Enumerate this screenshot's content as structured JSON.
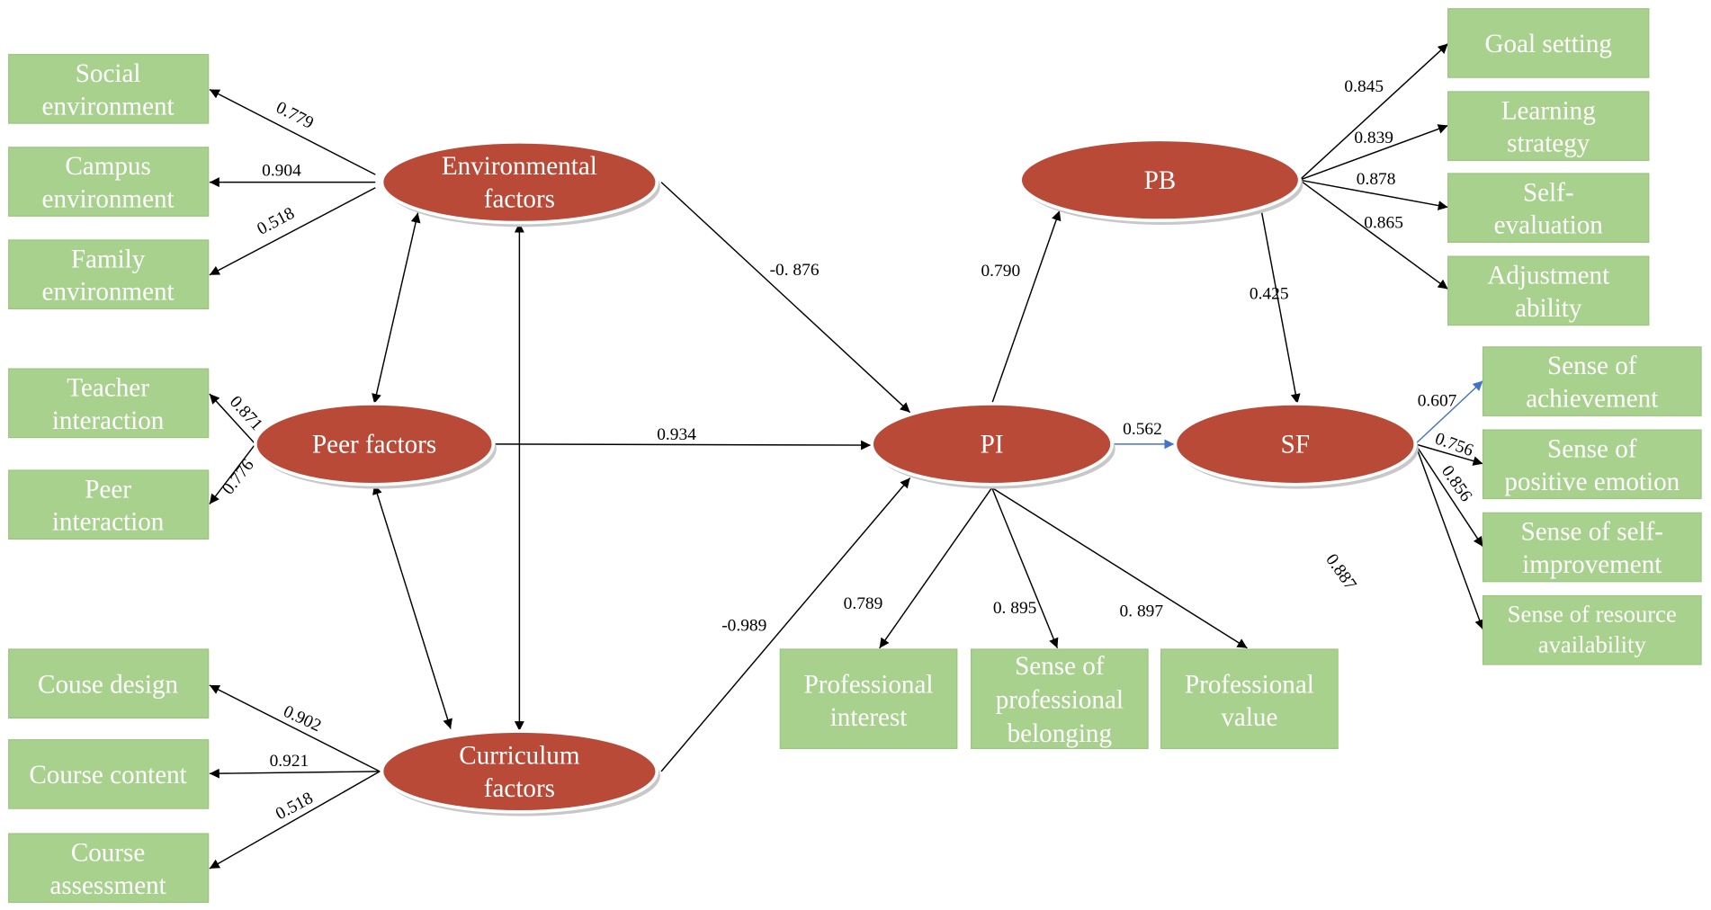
{
  "diagram": {
    "constructs": {
      "env": [
        "Environmental",
        "factors"
      ],
      "peer": [
        "Peer factors"
      ],
      "curr": [
        "Curriculum",
        "factors"
      ],
      "pi": [
        "PI"
      ],
      "pb": [
        "PB"
      ],
      "sf": [
        "SF"
      ]
    },
    "indicators": {
      "social_env": [
        "Social",
        "environment"
      ],
      "campus_env": [
        "Campus",
        "environment"
      ],
      "family_env": [
        "Family",
        "environment"
      ],
      "teacher_int": [
        "Teacher",
        "interaction"
      ],
      "peer_int": [
        "Peer",
        "interaction"
      ],
      "course_design": [
        "Couse design"
      ],
      "course_content": [
        "Course content"
      ],
      "course_assess": [
        "Course",
        "assessment"
      ],
      "prof_interest": [
        "Professional",
        "interest"
      ],
      "prof_belonging": [
        "Sense of",
        "professional",
        "belonging"
      ],
      "prof_value": [
        "Professional",
        "value"
      ],
      "goal_setting": [
        "Goal setting"
      ],
      "learning_strategy": [
        "Learning",
        "strategy"
      ],
      "self_eval": [
        "Self-",
        "evaluation"
      ],
      "adjust_ability": [
        "Adjustment",
        "ability"
      ],
      "achievement": [
        "Sense of",
        "achievement"
      ],
      "positive_emotion": [
        "Sense of",
        "positive emotion"
      ],
      "self_improve": [
        "Sense of self-",
        "improvement"
      ],
      "resource_avail": [
        "Sense of resource",
        "availability"
      ]
    },
    "paths": [
      {
        "id": "env_social",
        "from": "env",
        "to": "social_env",
        "coef": "0.779",
        "color": "#000000"
      },
      {
        "id": "env_campus",
        "from": "env",
        "to": "campus_env",
        "coef": "0.904",
        "color": "#000000"
      },
      {
        "id": "env_family",
        "from": "env",
        "to": "family_env",
        "coef": "0.518",
        "color": "#000000"
      },
      {
        "id": "peer_teacher",
        "from": "peer",
        "to": "teacher_int",
        "coef": "0.871",
        "color": "#000000"
      },
      {
        "id": "peer_peer",
        "from": "peer",
        "to": "peer_int",
        "coef": "0.776",
        "color": "#000000"
      },
      {
        "id": "curr_design",
        "from": "curr",
        "to": "course_design",
        "coef": "0.902",
        "color": "#000000"
      },
      {
        "id": "curr_content",
        "from": "curr",
        "to": "course_content",
        "coef": "0.921",
        "color": "#000000"
      },
      {
        "id": "curr_assess",
        "from": "curr",
        "to": "course_assess",
        "coef": "0.518",
        "color": "#000000"
      },
      {
        "id": "env_pi",
        "from": "env",
        "to": "pi",
        "coef": "-0. 876",
        "color": "#000000"
      },
      {
        "id": "peer_pi",
        "from": "peer",
        "to": "pi",
        "coef": "0.934",
        "color": "#000000"
      },
      {
        "id": "curr_pi",
        "from": "curr",
        "to": "pi",
        "coef": "-0.989",
        "color": "#000000"
      },
      {
        "id": "pi_pb",
        "from": "pi",
        "to": "pb",
        "coef": "0.790",
        "color": "#000000"
      },
      {
        "id": "pi_sf",
        "from": "pi",
        "to": "sf",
        "coef": "0.562",
        "color": "#4472c4"
      },
      {
        "id": "pb_sf",
        "from": "pb",
        "to": "sf",
        "coef": "0.425",
        "color": "#000000"
      },
      {
        "id": "pi_interest",
        "from": "pi",
        "to": "prof_interest",
        "coef": "0.789",
        "color": "#000000"
      },
      {
        "id": "pi_belonging",
        "from": "pi",
        "to": "prof_belonging",
        "coef": "0. 895",
        "color": "#000000"
      },
      {
        "id": "pi_value",
        "from": "pi",
        "to": "prof_value",
        "coef": "0. 897",
        "color": "#000000"
      },
      {
        "id": "pb_goal",
        "from": "pb",
        "to": "goal_setting",
        "coef": "0.845",
        "color": "#000000"
      },
      {
        "id": "pb_learning",
        "from": "pb",
        "to": "learning_strategy",
        "coef": "0.839",
        "color": "#000000"
      },
      {
        "id": "pb_selfeval",
        "from": "pb",
        "to": "self_eval",
        "coef": "0.878",
        "color": "#000000"
      },
      {
        "id": "pb_adjust",
        "from": "pb",
        "to": "adjust_ability",
        "coef": "0.865",
        "color": "#000000"
      },
      {
        "id": "sf_achievement",
        "from": "sf",
        "to": "achievement",
        "coef": "0.607",
        "color": "#4472c4"
      },
      {
        "id": "sf_emotion",
        "from": "sf",
        "to": "positive_emotion",
        "coef": "0.756",
        "color": "#000000"
      },
      {
        "id": "sf_improve",
        "from": "sf",
        "to": "self_improve",
        "coef": "0.856",
        "color": "#000000"
      },
      {
        "id": "sf_resource",
        "from": "sf",
        "to": "resource_avail",
        "coef": "0.887",
        "color": "#000000"
      }
    ],
    "correlations": [
      {
        "id": "env_peer",
        "from": "env",
        "to": "peer"
      },
      {
        "id": "env_curr",
        "from": "env",
        "to": "curr"
      },
      {
        "id": "peer_curr",
        "from": "peer",
        "to": "curr"
      }
    ],
    "colors": {
      "construct_fill": "#b94a38",
      "indicator_fill": "#a9d18e",
      "highlight_arrow": "#4472c4"
    }
  }
}
